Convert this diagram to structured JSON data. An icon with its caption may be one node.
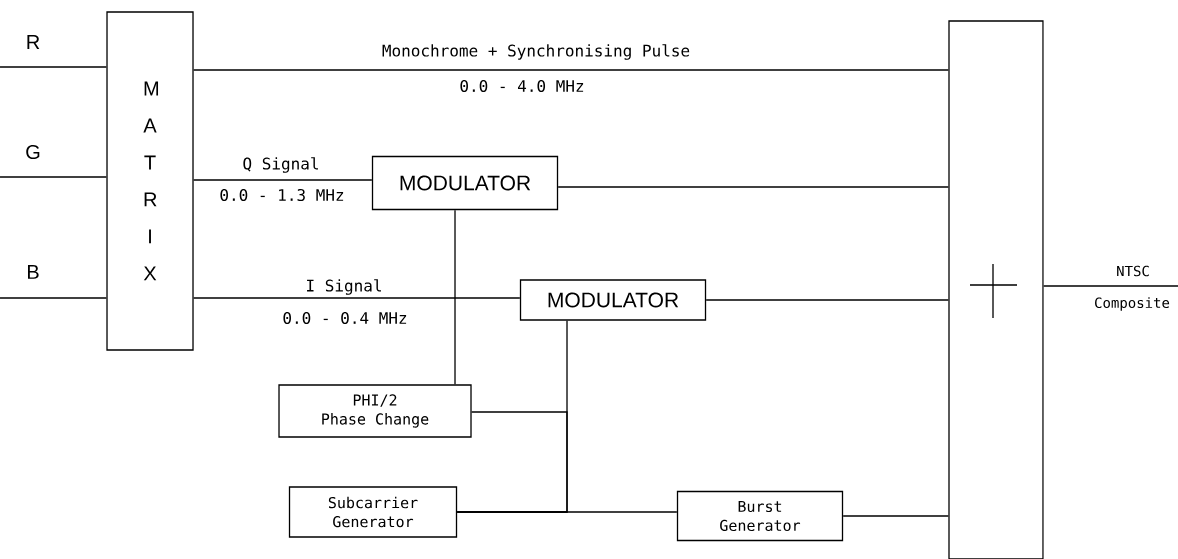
{
  "diagram": {
    "nodes": [
      {
        "text": [
          "M A T R I X"
        ]
      },
      {
        "text": [
          "MODULATOR"
        ]
      },
      {
        "text": [
          "MODULATOR"
        ]
      },
      {
        "text": [
          "PHI/2",
          "Phase Change"
        ]
      },
      {
        "text": [
          "Subcarrier Generator"
        ]
      },
      {
        "text": [
          "Burst Generator"
        ]
      },
      {
        "text": [],
        "shape": "box"
      }
    ],
    "edges": [
      {
        "from": null,
        "to": 0,
        "arrow": "none",
        "label": "R"
      },
      {
        "from": null,
        "to": 0,
        "arrow": "none",
        "label": "G"
      },
      {
        "from": null,
        "to": 0,
        "arrow": "none",
        "label": "B"
      },
      {
        "from": 0,
        "to": 6,
        "arrow": "none",
        "label": "Monochrome + Synchronising Pulse"
      },
      {
        "from": 0,
        "to": 1,
        "arrow": "none",
        "label": "Q Signal"
      },
      {
        "from": 0,
        "to": 2,
        "arrow": "none",
        "label": "I Signal"
      },
      {
        "from": 1,
        "to": 6,
        "arrow": "none"
      },
      {
        "from": 2,
        "to": 6,
        "arrow": "none"
      },
      {
        "from": 1,
        "to": 3,
        "arrow": "none"
      },
      {
        "from": 4,
        "to": 2,
        "arrow": "none"
      },
      {
        "from": 4,
        "to": 3,
        "arrow": "none"
      },
      {
        "from": 4,
        "to": 5,
        "arrow": "none"
      },
      {
        "from": 5,
        "to": 6,
        "arrow": "none"
      },
      {
        "from": 6,
        "to": null,
        "arrow": "none"
      }
    ],
    "labels": [
      "0.0 - 4.0 MHz",
      "0.0 - 1.3 MHz",
      "0.0 - 0.4 MHz",
      "NTSC",
      "Composite"
    ]
  }
}
